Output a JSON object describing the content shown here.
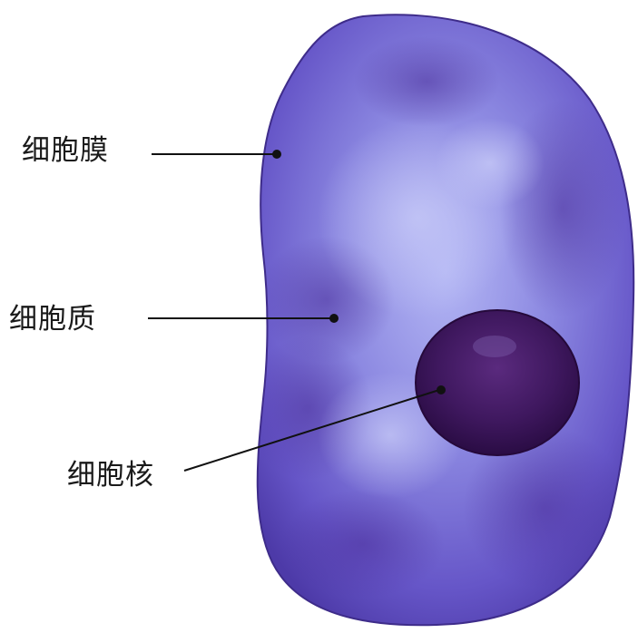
{
  "labels": {
    "membrane": "细胞膜",
    "cytoplasm": "细胞质",
    "nucleus": "细胞核"
  },
  "colors": {
    "cell_fill": "#6a5fd0",
    "cell_light": "#a9a8f0",
    "cell_dark": "#4a2f9c",
    "nucleus_fill": "#3c1660",
    "leader_line": "#111111",
    "label_text": "#1a1a1a"
  }
}
